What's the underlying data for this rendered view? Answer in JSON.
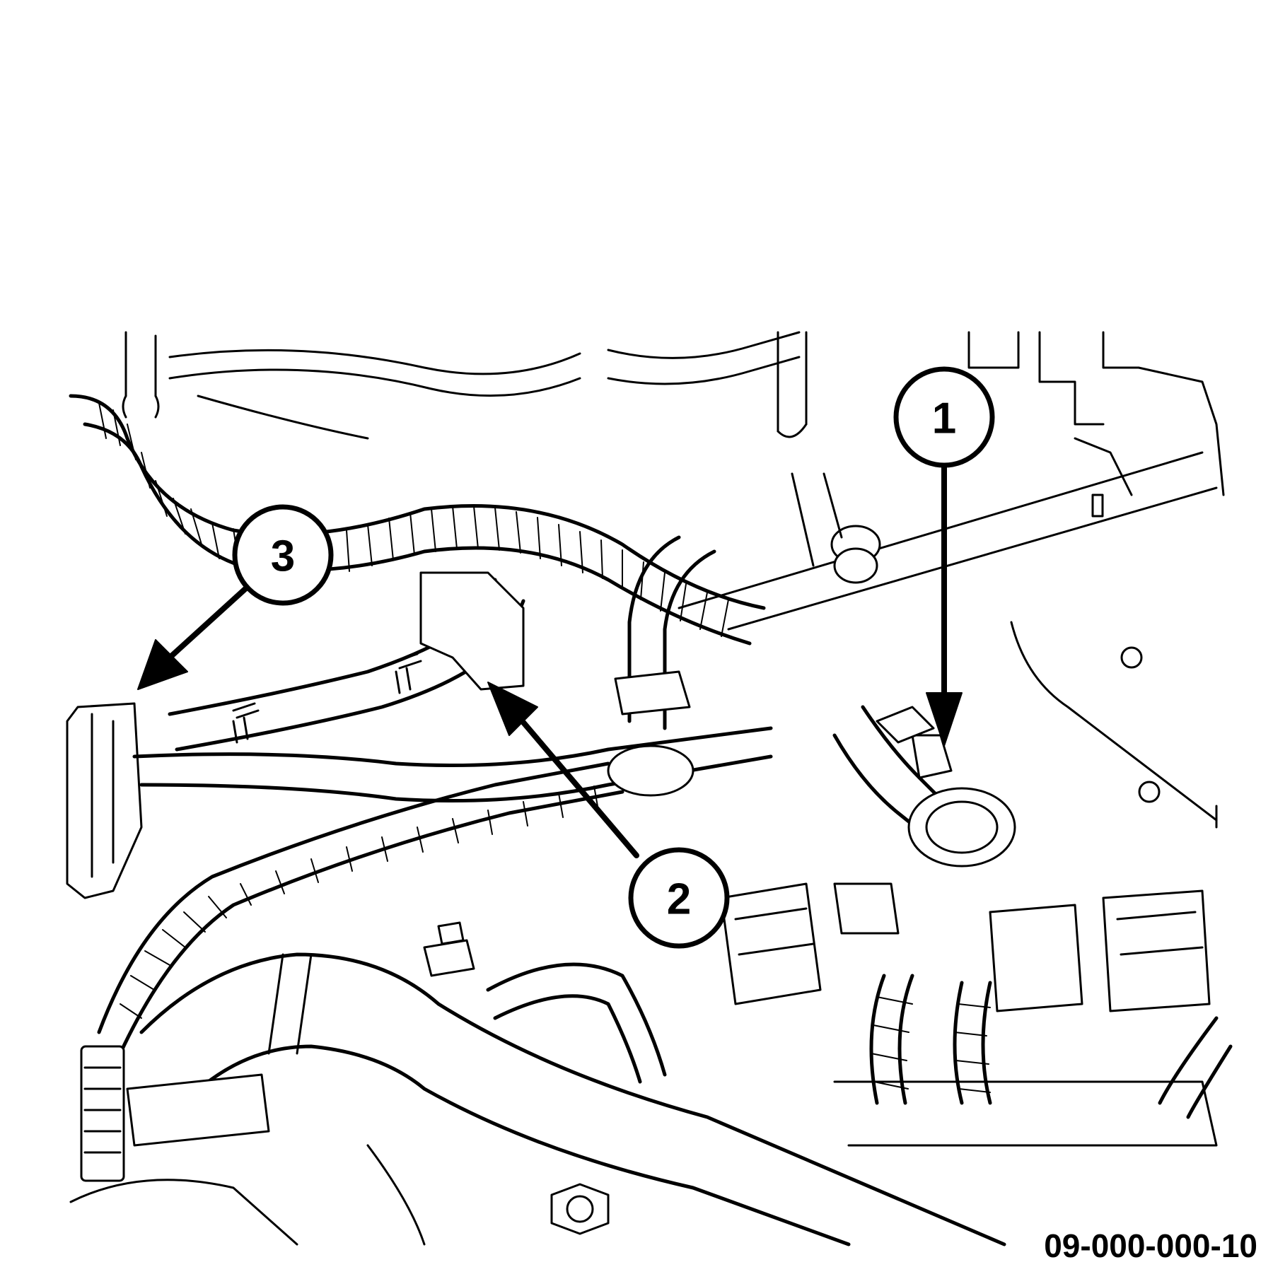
{
  "figure": {
    "id": "09-000-000-10"
  },
  "callouts": [
    {
      "number": "1"
    },
    {
      "number": "2"
    },
    {
      "number": "3"
    }
  ]
}
